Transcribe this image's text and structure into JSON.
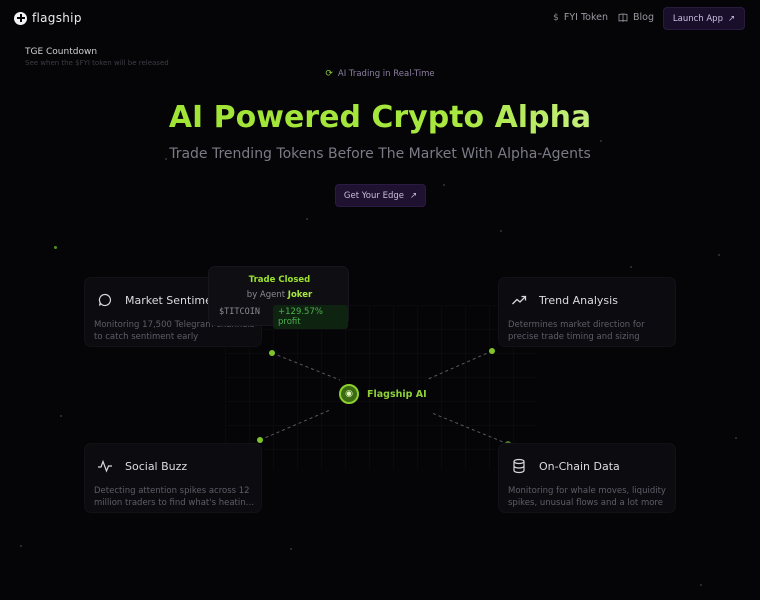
{
  "header": {
    "logo_text": "flagship",
    "nav": [
      {
        "icon": "$",
        "label": "FYI Token"
      },
      {
        "icon": "book",
        "label": "Blog"
      }
    ],
    "launch_label": "Launch App",
    "launch_icon": "↗"
  },
  "tge": {
    "title": "TGE Countdown",
    "subtitle": "See when the $FYI token will be released"
  },
  "hero": {
    "tagline": "AI Trading in Real-Time",
    "title": "AI Powered Crypto Alpha",
    "subtitle": "Trade Trending Tokens Before The Market With Alpha-Agents",
    "cta_label": "Get Your Edge",
    "cta_icon": "↗"
  },
  "center": {
    "label": "Flagship AI"
  },
  "trade": {
    "title": "Trade Closed",
    "agent_prefix": "by Agent",
    "agent_name": "Joker",
    "token": "$TITCOIN",
    "profit": "+129.57% profit"
  },
  "cards": {
    "market": {
      "title": "Market Sentiment",
      "desc1": "Monitoring 17,500 Telegram channels",
      "desc2": "to catch sentiment early",
      "icon": "chat-bubble-icon"
    },
    "trend": {
      "title": "Trend Analysis",
      "desc1": "Determines market direction for",
      "desc2": "precise trade timing and sizing",
      "icon": "trend-up-icon"
    },
    "social": {
      "title": "Social Buzz",
      "desc1": "Detecting attention spikes across 12",
      "desc2": "million traders to find what's heating up",
      "icon": "pulse-icon"
    },
    "onchain": {
      "title": "On-Chain Data",
      "desc1": "Monitoring for whale moves, liquidity",
      "desc2": "spikes, unusual flows and a lot more",
      "icon": "database-icon"
    }
  },
  "colors": {
    "accent_green": "#9be22f",
    "profit_green": "#4caf50",
    "button_purple": "#1f1230",
    "background": "#050407"
  }
}
